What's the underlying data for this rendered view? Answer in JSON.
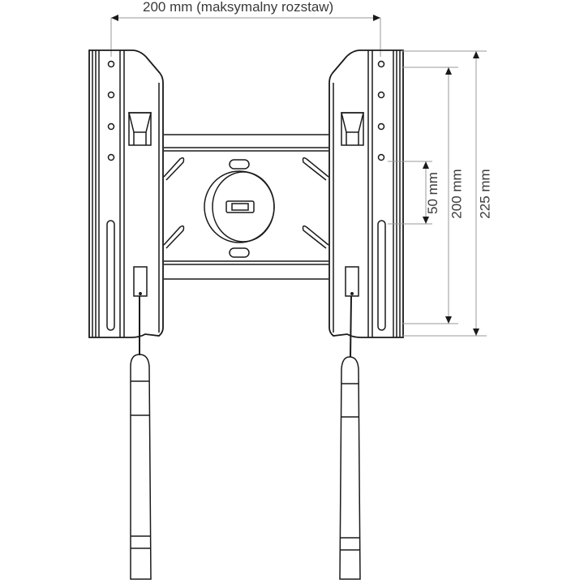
{
  "diagram": {
    "subject": "TV wall mount bracket with safety straps",
    "dimensions": {
      "width_label": "200 mm (maksymalny rozstaw)",
      "hole_spacing_small": "50 mm",
      "hole_spacing_large": "200 mm",
      "bracket_height": "225 mm"
    },
    "colors": {
      "line": "#1a1a1a",
      "dimension_line": "#9a9a9a",
      "text": "#3a3a3a",
      "background": "#ffffff"
    }
  }
}
